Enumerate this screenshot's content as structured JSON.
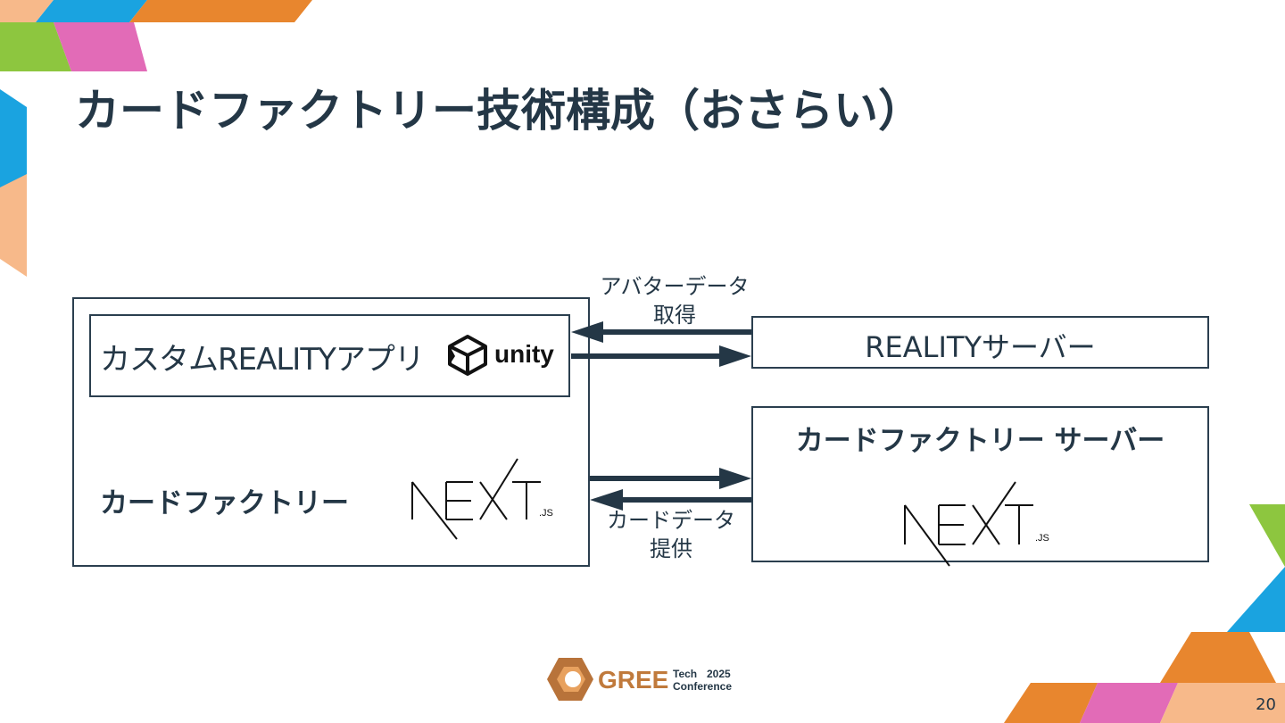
{
  "slide": {
    "title": "カードファクトリー技術構成（おさらい）",
    "page_number": "20"
  },
  "diagram": {
    "client": {
      "app_label": "カスタムREALITYアプリ",
      "app_tech_logo": "unity",
      "group_label": "カードファクトリー",
      "group_tech_logo": "NEXT.JS"
    },
    "servers": {
      "reality_server": "REALITYサーバー",
      "card_factory_server": "カードファクトリー サーバー",
      "card_factory_server_tech_logo": "NEXT.JS"
    },
    "flows": {
      "avatar_label_line1": "アバターデータ",
      "avatar_label_line2": "取得",
      "card_label_line1": "カードデータ",
      "card_label_line2": "提供"
    }
  },
  "footer": {
    "event_logo_text_main": "GREE",
    "event_logo_text_sub1": "Tech",
    "event_logo_text_sub2": "2025",
    "event_logo_text_sub3": "Conference"
  },
  "colors": {
    "ink": "#243746",
    "orange": "#e8862e",
    "blue": "#1aa3e0",
    "pink": "#e26bb7",
    "green": "#8dc63f",
    "peach": "#f7b98a"
  }
}
